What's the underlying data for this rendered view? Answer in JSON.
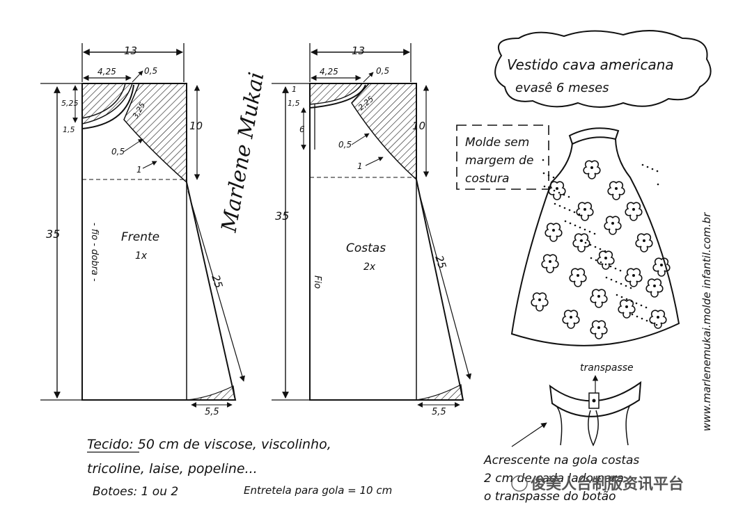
{
  "front": {
    "top_width": "13",
    "neck_width": "4,25",
    "side_offset": "0,5",
    "neck_drop": "5,25",
    "neck_small": "1,5",
    "armhole_inner": "3,25",
    "curve_in": "0,5",
    "curve_mark": "1",
    "armhole_depth": "10",
    "length": "35",
    "side_length": "25",
    "hem_flare": "5,5",
    "piece_name": "Frente",
    "piece_count": "1x",
    "grain_label": "- fio - dobra -"
  },
  "back": {
    "top_width": "13",
    "neck_width": "4,25",
    "side_offset": "0,5",
    "neck_drop_a": "1",
    "neck_drop_b": "1,5",
    "placket": "6",
    "armhole_inner": "2,25",
    "curve_in": "0,5",
    "curve_mark": "1",
    "armhole_depth": "10",
    "length": "35",
    "side_length": "25",
    "hem_flare": "5,5",
    "piece_name": "Costas",
    "piece_count": "2x",
    "grain_label": "Fio"
  },
  "signature": "Marlene Mukai",
  "title": {
    "line1": "Vestido cava americana",
    "line2": "evasê 6 meses"
  },
  "note_box": {
    "line1": "Molde sem",
    "line2": "margem de",
    "line3": "costura"
  },
  "website": "www.marlenemukai.molde infantil.com.br",
  "collar_label": "transpasse",
  "collar_note": {
    "line1": "Acrescente na gola costas",
    "line2": "2 cm de cada lado para",
    "line3": "o transpasse do botão"
  },
  "fabric": {
    "line1": "Tecido: 50 cm de viscose, viscolinho,",
    "line2": "tricoline, laise, popeline...",
    "buttons": "Botoes: 1 ou 2",
    "interfacing": "Entretela para gola = 10 cm"
  },
  "watermark": "俊美人台制版资讯平台"
}
